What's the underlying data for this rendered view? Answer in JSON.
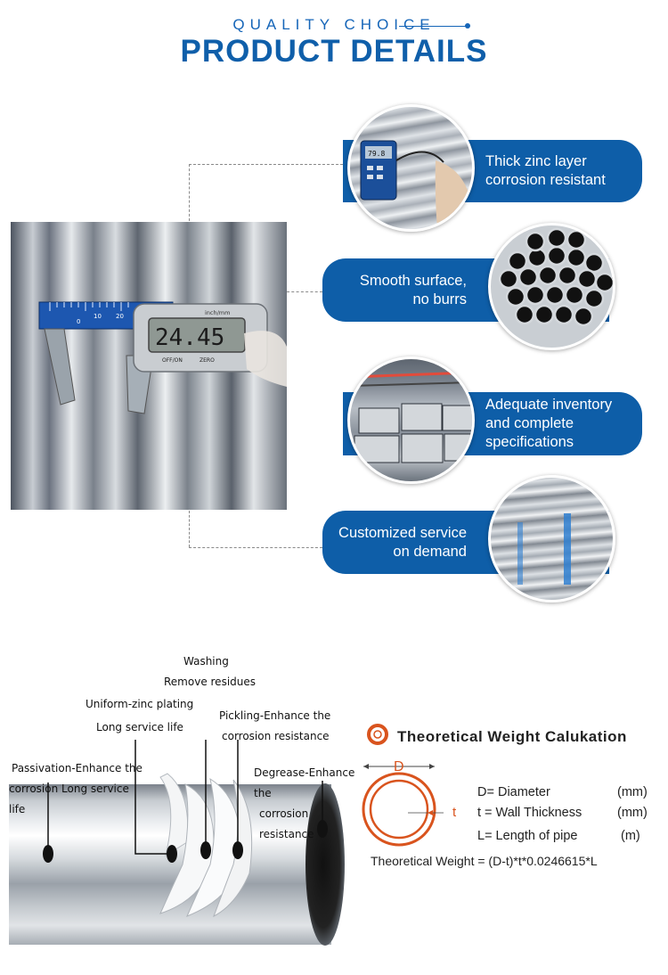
{
  "header": {
    "subtitle": "QUALITY CHOICE",
    "title": "PRODUCT DETAILS"
  },
  "caliper": {
    "scale_numbers": [
      "0",
      "10",
      "20"
    ],
    "unit_label": "inch/mm",
    "reading": "24.45",
    "button_left": "OFF/ON",
    "button_right": "ZERO"
  },
  "meter": {
    "reading": "79.8"
  },
  "features": [
    {
      "line1": "Thick zinc layer",
      "line2": "corrosion resistant"
    },
    {
      "line1": "Smooth surface,",
      "line2": "no burrs"
    },
    {
      "line1": "Adequate inventory",
      "line2": "and complete",
      "line3": "specifications"
    },
    {
      "line1": "Customized service",
      "line2": "on demand"
    }
  ],
  "process": {
    "washing": [
      "Washing",
      "Remove residues"
    ],
    "zinc": [
      "Uniform-zinc plating",
      "Long service life"
    ],
    "pickling": [
      "Pickling-Enhance the",
      "corrosion resistance"
    ],
    "passivation": [
      "Passivation-Enhance the",
      "corrosion Long service life"
    ],
    "degrease": [
      "Degrease-Enhance the",
      "corrosion resistance"
    ]
  },
  "weight": {
    "title": "Theoretical Weight Calukation",
    "d_label": "D",
    "t_label": "t",
    "legend": [
      {
        "name": "D= Diameter",
        "unit": "(mm)"
      },
      {
        "name": "t = Wall Thickness",
        "unit": "(mm)"
      },
      {
        "name": "L= Length of pipe",
        "unit": "(m)"
      }
    ],
    "formula": "Theoretical Weight = (D-t)*t*0.0246615*L"
  },
  "colors": {
    "brand_blue": "#0e5ea8",
    "title_blue": "#0f5faa",
    "ring_orange": "#d9541e"
  }
}
